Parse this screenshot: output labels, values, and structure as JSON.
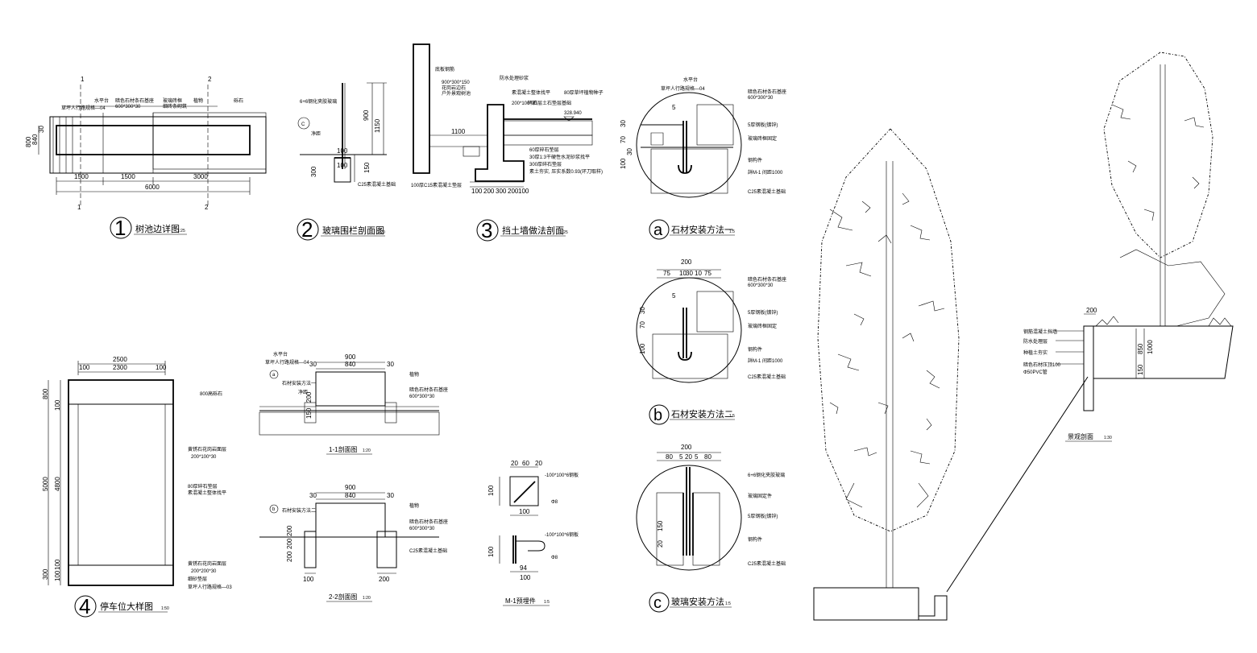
{
  "plan1": {
    "section_marks": [
      "1",
      "1",
      "2",
      "2"
    ],
    "notes": [
      "水平台",
      "草坪人行路规格—04",
      "暗色石材条石基座",
      "600*300*30",
      "玻璃砖框",
      "细砖条砌筑",
      "植物",
      "砾石"
    ],
    "dims_top": [
      "1500",
      "1500",
      "3000"
    ],
    "dim_total": "6000",
    "dims_left": [
      "800",
      "840",
      "30"
    ],
    "title_num": "1",
    "title": "树池边详图",
    "scale": "1:25"
  },
  "sec2": {
    "notes": [
      "6+6钢化夹胶玻璃",
      "C",
      "净距",
      "C25素混凝土基础"
    ],
    "dims": [
      "900",
      "1150",
      "300",
      "150",
      "100",
      "100"
    ],
    "title_num": "2",
    "title": "玻璃围栏剖面图",
    "scale": "1:20"
  },
  "sec3": {
    "notes": [
      "底板钢筋",
      "900*300*150",
      "花岗岩边石",
      "户外景观树池",
      "防水处理砂浆",
      "80厚草坪植物种子",
      "素混凝土整体找平",
      "200*100*30",
      "碎石层土石垫层基础",
      "60厚碎石垫层",
      "30厚1:3干硬性水泥砂浆找平",
      "300厚碎石垫层",
      "素土夯实, 压实系数0.93(环刀取样)",
      "100厚C15素混凝土垫层",
      "328.940"
    ],
    "dims": [
      "1100",
      "100",
      "200",
      "300",
      "200",
      "100"
    ],
    "title_num": "3",
    "title": "挡土墙做法剖面",
    "scale": "1:25"
  },
  "det_a": {
    "notes": [
      "水平台",
      "草坪人行路规格—04",
      "暗色石材条石基座",
      "600*300*30",
      "5厚钢板(镀锌)",
      "玻璃砖框固定",
      "钢构件",
      "詳M-1 间距1000",
      "C25素混凝土基础"
    ],
    "dims": [
      "5",
      "30",
      "70",
      "100",
      "30"
    ],
    "title_num": "a",
    "title": "石材安装方法一",
    "scale": "1:5"
  },
  "det_b": {
    "notes": [
      "暗色石材条石基座",
      "600*300*30",
      "5厚钢板(镀锌)",
      "玻璃砖框固定",
      "钢构件",
      "詳M-1 间距1000",
      "C25素混凝土基础"
    ],
    "dims_top": [
      "200",
      "75",
      "10",
      "30",
      "10",
      "75"
    ],
    "dims": [
      "5",
      "30",
      "70",
      "100"
    ],
    "title_num": "b",
    "title": "石材安装方法二",
    "scale": "1:5"
  },
  "det_c": {
    "notes": [
      "6+6钢化夹胶玻璃",
      "玻璃固定件",
      "5厚钢板(镀锌)",
      "钢构件",
      "C25素混凝土基础"
    ],
    "dims_top": [
      "200",
      "80",
      "5",
      "20",
      "5",
      "80"
    ],
    "dims": [
      "150",
      "20"
    ],
    "title_num": "c",
    "title": "玻璃安装方法",
    "scale": "1:5"
  },
  "plan4": {
    "dims_top": [
      "2500",
      "100",
      "2300",
      "100"
    ],
    "dims_left": [
      "800",
      "100",
      "5000",
      "4800",
      "100",
      "300",
      "100"
    ],
    "notes": [
      "800高砾石",
      "黄锈石花岗岩面层",
      "200*100*30",
      "80厚碎石垫层",
      "素混凝土整体找平",
      "黄锈石花岗岩面层",
      "200*200*30",
      "细砂垫层",
      "草坪人行路规格—03"
    ],
    "title_num": "4",
    "title": "停车位大样图",
    "scale": "1:50"
  },
  "sec11": {
    "notes": [
      "水平台",
      "草坪人行路规格—04",
      "a",
      "石材安装方法一",
      "净距",
      "植物",
      "暗色石材条石基座",
      "600*300*30"
    ],
    "dims": [
      "900",
      "840",
      "30",
      "30",
      "200",
      "150"
    ],
    "title": "1-1剖面图",
    "scale": "1:20"
  },
  "sec22": {
    "notes": [
      "b",
      "石材安装方法二",
      "植物",
      "暗色石材条石基座",
      "600*300*30",
      "C25素混凝土基础"
    ],
    "dims": [
      "900",
      "840",
      "30",
      "30",
      "200",
      "200",
      "200",
      "100",
      "200"
    ],
    "title": "2-2剖面图",
    "scale": "1:20"
  },
  "m1": {
    "dims": [
      "20",
      "60",
      "20",
      "100",
      "100",
      "100",
      "94",
      "100"
    ],
    "notes": [
      "-100*100*6钢板",
      "Φ8",
      "-100*100*6钢板",
      "Φ8"
    ],
    "title": "M-1预埋件",
    "scale": "1:5"
  },
  "elev": {
    "dims": [
      "200",
      "850",
      "1000",
      "150"
    ],
    "notes": [
      "钢筋混凝土挡墙",
      "防水处理层",
      "种植土夯实",
      "暗色石材压顶100",
      "Φ50PVC管"
    ],
    "title": "景观剖面",
    "scale": "1:30"
  }
}
